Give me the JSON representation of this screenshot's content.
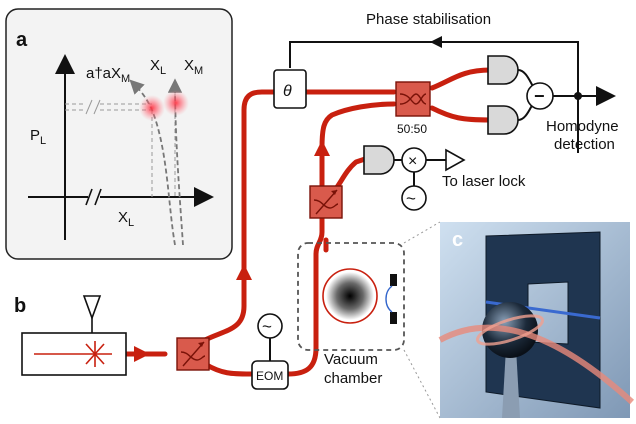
{
  "panels": {
    "a": "a",
    "b": "b",
    "c": "c"
  },
  "inset_a": {
    "label_measured": "a†aX",
    "label_measured_sub": "M",
    "label_xl": "X",
    "label_xl_sub": "L",
    "label_xm": "X",
    "label_xm_sub": "M",
    "axis_y": "P",
    "axis_y_sub": "L",
    "axis_x": "X",
    "axis_x_sub": "L"
  },
  "setup_b": {
    "phase_stabilisation": "Phase stabilisation",
    "theta": "θ",
    "bs_ratio": "50:50",
    "minus": "−",
    "times": "×",
    "tilde": "~",
    "homodyne_1": "Homodyne",
    "homodyne_2": "detection",
    "laser_lock": "To laser lock",
    "eom": "EOM",
    "vacuum_1": "Vacuum",
    "vacuum_2": "chamber"
  },
  "colors": {
    "fiber": "#c8200f",
    "beamsplitter": "#d95a4c",
    "detector": "#d9d9d9"
  }
}
